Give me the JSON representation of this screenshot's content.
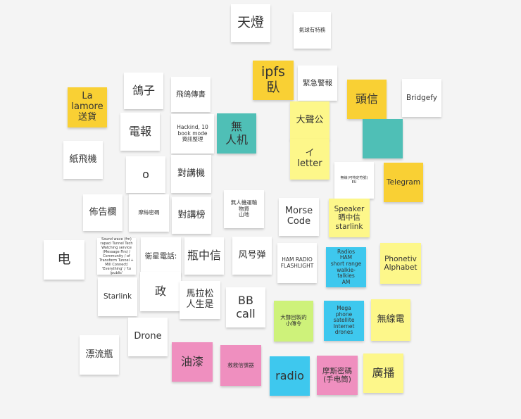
{
  "board": {
    "notes": {
      "tiandeng": "天燈",
      "qimiao": "氣球有特務",
      "ipfs": "ipfs\n臥",
      "emergency_bell": "緊急警報",
      "toutou": "頭信",
      "bridgefy": "Bridgefy",
      "la_lamore": "La\nlamore\n送貨",
      "pigeon": "鴿子",
      "flying_pigeon": "飛鴿傳書",
      "telegraph": "電報",
      "hackind": "Hackind, 10\nbook mode\n資訊整理",
      "wurenji": "無\n人机",
      "dasheng": "大聲公",
      "paper_plane": "紙飛機",
      "o": "o",
      "walkie_talkie": "對講機",
      "letter": "イ\nletter",
      "wireless_wifi": "無線(可特定符號)\nEU",
      "telegram": "Telegram",
      "bulletin": "佈告欄",
      "morse_cipher": "摩絲密碼",
      "walkie_board": "對講榜",
      "drone_delivery": "無人機運輸\n物資\n山地",
      "morse_code": "Morse\nCode",
      "speaker": "Speaker\n晒中信\nstarlink",
      "dian": "电",
      "tiny_text": "Sound wave (fm) rapaci Tunnel Tech Watching service (Message Firs) / Community / of Transform Tunnel + Mill Connect/ 'Everything' / 'to /public'",
      "satellite_phone": "衛星電話:",
      "bottle_letter": "瓶中信",
      "feng_hao_dan": "风号弹",
      "ham_radio": "HAM RADIO\nFLASHLIGHT",
      "radios": "Radios\nHAM\nshort range\nwalkie-talkies\nAM",
      "phonetiv": "Phonetiv\nAlphabet",
      "starlink": "Starlink",
      "zheng": "政",
      "marathon": "馬拉松\n人生是",
      "bb_call": "BB\ncall",
      "loudspeaker_car": "大聲回製的\n小傳令",
      "mega_phone": "Mega\nphone\nsatellite\nInternet\ndrones",
      "wireless_radio": "無線電",
      "drone": "Drone",
      "drift_bottle": "漂流瓶",
      "paint": "油漆",
      "distress_device": "救救信號器",
      "radio": "radio",
      "morse_flashlight": "摩斯密碼\n(手电筒)",
      "broadcast": "廣播"
    }
  },
  "colors": {
    "white": "#ffffff",
    "yellow": "#fdf78a",
    "gold": "#f9d034",
    "teal": "#4fbfb6",
    "blue": "#3ec8ee",
    "green": "#cef27a",
    "pink": "#ef8fbf",
    "background": "#f4f4f4"
  }
}
